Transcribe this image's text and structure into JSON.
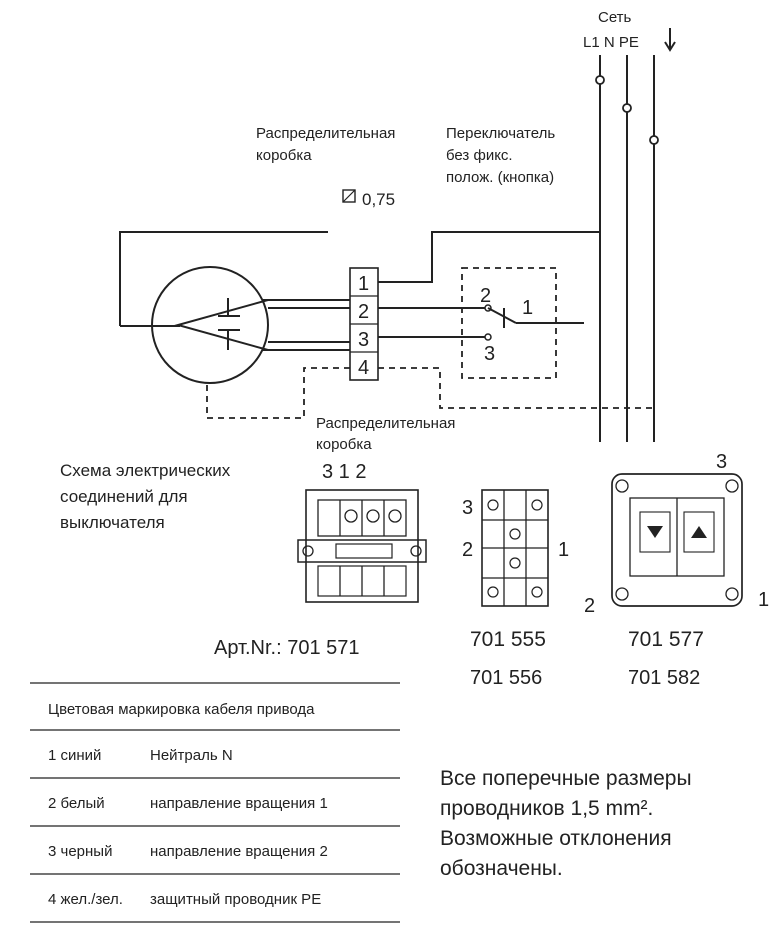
{
  "mains": {
    "label": "Сеть",
    "conductors": "L1 N PE"
  },
  "junction_box_top": {
    "label_line1": "Распределительная",
    "label_line2": "коробка",
    "cross_section": "0,75"
  },
  "switch": {
    "label_line1": "Переключатель",
    "label_line2": "без фикс.",
    "label_line3": "полож. (кнопка)",
    "contact_2": "2",
    "contact_1": "1",
    "contact_3": "3"
  },
  "terminals": [
    "1",
    "2",
    "3",
    "4"
  ],
  "junction_box_bottom": {
    "label_line1": "Распределительная",
    "label_line2": "коробка"
  },
  "scheme_caption": {
    "line1": "Схема электрических",
    "line2": "соединений для",
    "line3": "выключателя"
  },
  "device_1": {
    "terminal_labels": "3 1 2",
    "article": "Арт.Nr.: 701 571"
  },
  "device_2": {
    "label_3": "3",
    "label_2": "2",
    "label_1": "1",
    "code_1": "701 555",
    "code_2": "701 556"
  },
  "device_3": {
    "label_3": "3",
    "label_2": "2",
    "label_1": "1",
    "code_1": "701 577",
    "code_2": "701 582"
  },
  "color_table": {
    "heading": "Цветовая маркировка кабеля привода",
    "rows": [
      {
        "code": "1 синий",
        "meaning": "Нейтраль N"
      },
      {
        "code": "2 белый",
        "meaning": "направление вращения 1"
      },
      {
        "code": "3 черный",
        "meaning": "направление вращения 2"
      },
      {
        "code": "4 жел./зел.",
        "meaning": "защитный проводник PE"
      }
    ]
  },
  "note": {
    "line1": "Все поперечные размеры",
    "line2": "проводников 1,5 mm².",
    "line3": "Возможные отклонения",
    "line4": "обозначены."
  }
}
